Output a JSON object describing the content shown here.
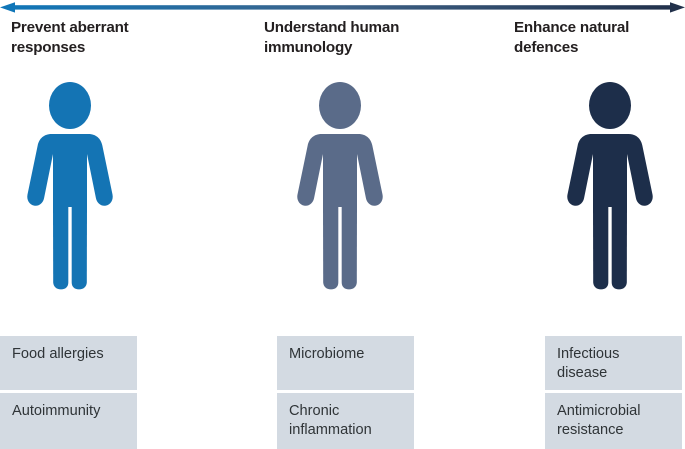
{
  "figure": {
    "title_bar": {
      "arrow_name": "double-headed-gradient-arrow",
      "left_color": "#1076b8",
      "right_color": "#22314b"
    },
    "columns": [
      {
        "heading": "Prevent aberrant\nresponses",
        "person_color": "#1474b4",
        "person_label": "blue-human-figure",
        "chips": [
          "Food allergies",
          "Autoimmunity"
        ]
      },
      {
        "heading": "Understand human\nimmunology",
        "person_color": "#5a6b89",
        "person_label": "slate-human-figure",
        "chips": [
          "Microbiome",
          "Chronic\ninflammation"
        ]
      },
      {
        "heading": "Enhance natural\ndefences",
        "person_color": "#1d2e4a",
        "person_label": "navy-human-figure",
        "chips": [
          "Infectious\ndisease",
          "Antimicrobial\nresistance"
        ]
      }
    ],
    "chip_background": "#d3dae2",
    "heading_color": "#231f20",
    "chip_text_color": "#2f3437"
  }
}
